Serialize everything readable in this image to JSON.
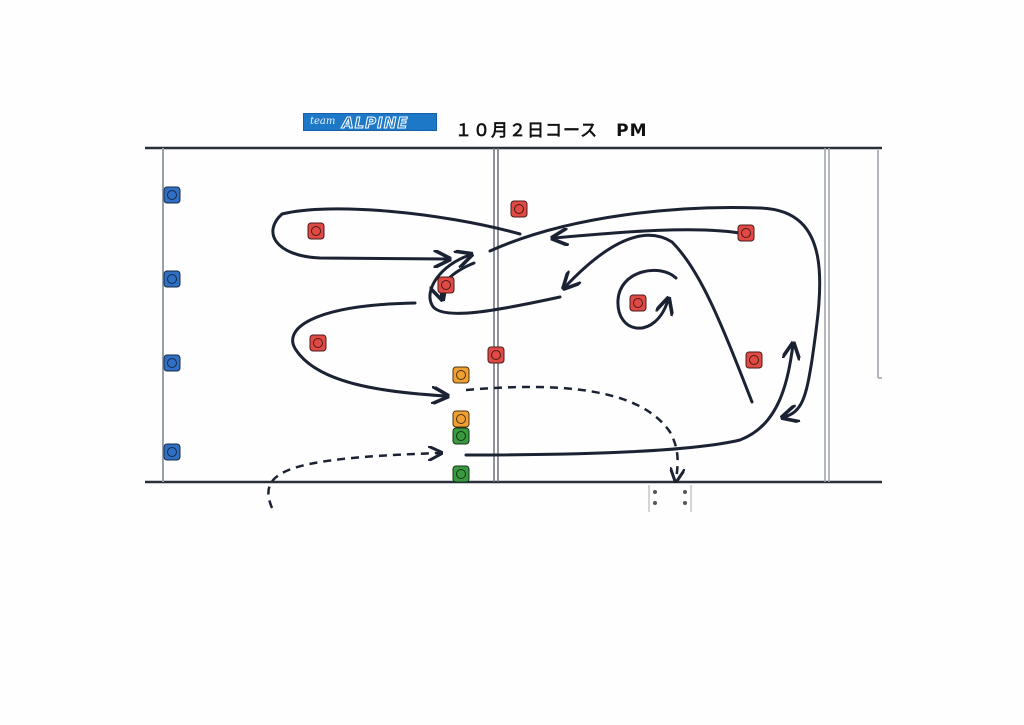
{
  "header": {
    "logo_small": "team",
    "logo_big": "ALPINE",
    "title": "１０月２日コース　PM"
  },
  "colors": {
    "line": "#1b2233",
    "blue_cone": "#2f6fc4",
    "red_cone": "#e04a44",
    "orange_cone": "#f0a033",
    "green_cone": "#3a9a3f",
    "court_line": "#2a2f3a",
    "divider": "#8a8f98"
  },
  "icons": {
    "cone_shape": "square-marker-icon",
    "arrow_head": "arrowhead-icon"
  }
}
